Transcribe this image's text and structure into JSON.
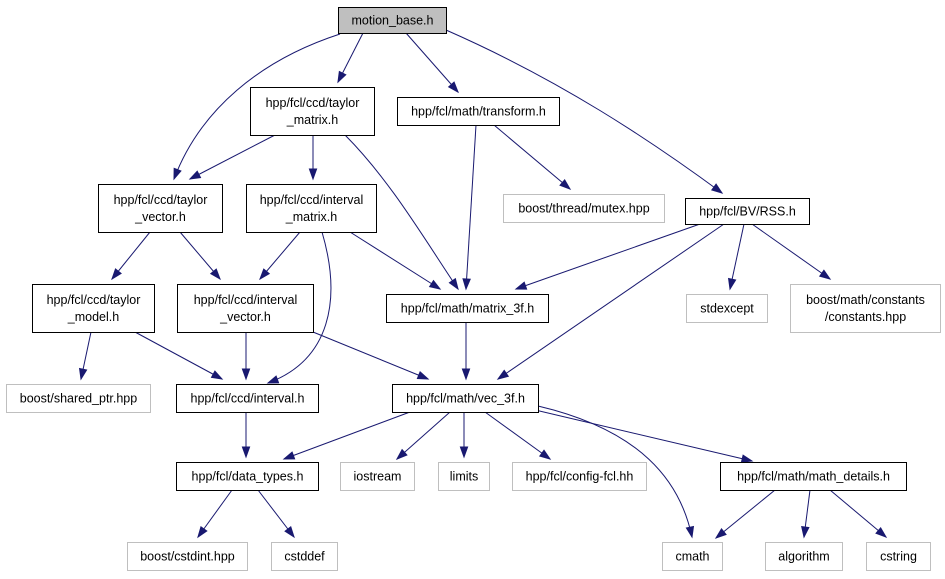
{
  "diagram": {
    "colors": {
      "edge": "#191970",
      "node_border": "#000000",
      "external_border": "#bfbfbf",
      "root_fill": "#bfbfbf",
      "background": "#ffffff"
    },
    "nodes": [
      {
        "id": "motion_base",
        "lines": [
          "motion_base.h"
        ],
        "kind": "root"
      },
      {
        "id": "taylor_matrix",
        "lines": [
          "hpp/fcl/ccd/taylor",
          "_matrix.h"
        ],
        "kind": "local"
      },
      {
        "id": "transform",
        "lines": [
          "hpp/fcl/math/transform.h"
        ],
        "kind": "local"
      },
      {
        "id": "taylor_vector",
        "lines": [
          "hpp/fcl/ccd/taylor",
          "_vector.h"
        ],
        "kind": "local"
      },
      {
        "id": "interval_matrix",
        "lines": [
          "hpp/fcl/ccd/interval",
          "_matrix.h"
        ],
        "kind": "local"
      },
      {
        "id": "mutex",
        "lines": [
          "boost/thread/mutex.hpp"
        ],
        "kind": "external"
      },
      {
        "id": "rss",
        "lines": [
          "hpp/fcl/BV/RSS.h"
        ],
        "kind": "local"
      },
      {
        "id": "taylor_model",
        "lines": [
          "hpp/fcl/ccd/taylor",
          "_model.h"
        ],
        "kind": "local"
      },
      {
        "id": "interval_vector",
        "lines": [
          "hpp/fcl/ccd/interval",
          "_vector.h"
        ],
        "kind": "local"
      },
      {
        "id": "matrix_3f",
        "lines": [
          "hpp/fcl/math/matrix_3f.h"
        ],
        "kind": "local"
      },
      {
        "id": "stdexcept",
        "lines": [
          "stdexcept"
        ],
        "kind": "external"
      },
      {
        "id": "constants",
        "lines": [
          "boost/math/constants",
          "/constants.hpp"
        ],
        "kind": "external"
      },
      {
        "id": "shared_ptr",
        "lines": [
          "boost/shared_ptr.hpp"
        ],
        "kind": "external"
      },
      {
        "id": "interval",
        "lines": [
          "hpp/fcl/ccd/interval.h"
        ],
        "kind": "local"
      },
      {
        "id": "vec_3f",
        "lines": [
          "hpp/fcl/math/vec_3f.h"
        ],
        "kind": "local"
      },
      {
        "id": "data_types",
        "lines": [
          "hpp/fcl/data_types.h"
        ],
        "kind": "local"
      },
      {
        "id": "iostream",
        "lines": [
          "iostream"
        ],
        "kind": "external"
      },
      {
        "id": "limits",
        "lines": [
          "limits"
        ],
        "kind": "external"
      },
      {
        "id": "config_fcl",
        "lines": [
          "hpp/fcl/config-fcl.hh"
        ],
        "kind": "external"
      },
      {
        "id": "math_details",
        "lines": [
          "hpp/fcl/math/math_details.h"
        ],
        "kind": "local"
      },
      {
        "id": "cstdint",
        "lines": [
          "boost/cstdint.hpp"
        ],
        "kind": "external"
      },
      {
        "id": "cstddef",
        "lines": [
          "cstddef"
        ],
        "kind": "external"
      },
      {
        "id": "cmath",
        "lines": [
          "cmath"
        ],
        "kind": "external"
      },
      {
        "id": "algorithm",
        "lines": [
          "algorithm"
        ],
        "kind": "external"
      },
      {
        "id": "cstring",
        "lines": [
          "cstring"
        ],
        "kind": "external"
      }
    ],
    "edges": [
      {
        "from": "motion_base",
        "to": "taylor_matrix"
      },
      {
        "from": "motion_base",
        "to": "transform"
      },
      {
        "from": "motion_base",
        "to": "taylor_vector"
      },
      {
        "from": "motion_base",
        "to": "rss"
      },
      {
        "from": "taylor_matrix",
        "to": "taylor_vector"
      },
      {
        "from": "taylor_matrix",
        "to": "interval_matrix"
      },
      {
        "from": "taylor_matrix",
        "to": "matrix_3f"
      },
      {
        "from": "transform",
        "to": "mutex"
      },
      {
        "from": "transform",
        "to": "matrix_3f"
      },
      {
        "from": "taylor_vector",
        "to": "taylor_model"
      },
      {
        "from": "taylor_vector",
        "to": "interval_vector"
      },
      {
        "from": "interval_matrix",
        "to": "interval_vector"
      },
      {
        "from": "interval_matrix",
        "to": "matrix_3f"
      },
      {
        "from": "interval_matrix",
        "to": "interval"
      },
      {
        "from": "rss",
        "to": "matrix_3f"
      },
      {
        "from": "rss",
        "to": "vec_3f"
      },
      {
        "from": "rss",
        "to": "stdexcept"
      },
      {
        "from": "rss",
        "to": "constants"
      },
      {
        "from": "taylor_model",
        "to": "shared_ptr"
      },
      {
        "from": "taylor_model",
        "to": "interval"
      },
      {
        "from": "interval_vector",
        "to": "interval"
      },
      {
        "from": "interval_vector",
        "to": "vec_3f"
      },
      {
        "from": "matrix_3f",
        "to": "vec_3f"
      },
      {
        "from": "interval",
        "to": "data_types"
      },
      {
        "from": "vec_3f",
        "to": "data_types"
      },
      {
        "from": "vec_3f",
        "to": "iostream"
      },
      {
        "from": "vec_3f",
        "to": "limits"
      },
      {
        "from": "vec_3f",
        "to": "config_fcl"
      },
      {
        "from": "vec_3f",
        "to": "math_details"
      },
      {
        "from": "vec_3f",
        "to": "cmath"
      },
      {
        "from": "data_types",
        "to": "cstdint"
      },
      {
        "from": "data_types",
        "to": "cstddef"
      },
      {
        "from": "math_details",
        "to": "cmath"
      },
      {
        "from": "math_details",
        "to": "algorithm"
      },
      {
        "from": "math_details",
        "to": "cstring"
      }
    ]
  }
}
